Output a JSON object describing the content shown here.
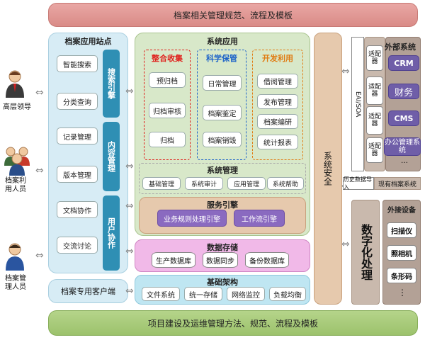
{
  "top_band": "档案相关管理规范、流程及模板",
  "bottom_band": "项目建设及运维管理方法、规范、流程及模板",
  "actors": [
    {
      "label_line1": "高层领导",
      "label_line2": ""
    },
    {
      "label_line1": "档案利",
      "label_line2": "用人员"
    },
    {
      "label_line1": "档案管",
      "label_line2": "理人员"
    }
  ],
  "portal": {
    "title": "档案应用站点",
    "items": [
      "智能搜索",
      "分类查询",
      "记录管理",
      "版本管理",
      "文档协作",
      "交流讨论"
    ],
    "tabs": [
      "搜索引擎",
      "内容管理",
      "用户协作"
    ],
    "client": "档案专用客户端"
  },
  "system_app": {
    "title": "系统应用",
    "groups": [
      {
        "title": "整合收集",
        "items": [
          "预归档",
          "归档审核",
          "归档"
        ]
      },
      {
        "title": "科学保管",
        "items": [
          "日常管理",
          "档案鉴定",
          "档案销毁"
        ]
      },
      {
        "title": "开发利用",
        "items": [
          "借阅管理",
          "发布管理",
          "档案编研",
          "统计报表"
        ]
      }
    ],
    "sys_mgmt": {
      "title": "系统管理",
      "items": [
        "基础管理",
        "系统审计",
        "应用管理",
        "系统帮助"
      ]
    },
    "service": {
      "title": "服务引擎",
      "items": [
        "业务规则处理引擎",
        "工作流引擎"
      ]
    }
  },
  "storage": {
    "title": "数据存储",
    "items": [
      "生产数据库",
      "数据同步",
      "备份数据库"
    ]
  },
  "infra": {
    "title": "基础架构",
    "items": [
      "文件系统",
      "统一存储",
      "网络监控",
      "负载均衡"
    ]
  },
  "security": "系统安全",
  "eai": "EAI/SOA",
  "adapters": [
    "适配器",
    "适配器",
    "适配器",
    "适配器"
  ],
  "external": {
    "title": "外部系统",
    "items": [
      "CRM",
      "财务",
      "CMS",
      "办公管理系统"
    ],
    "more": "…"
  },
  "history": {
    "left": "历史数据导入",
    "right": "现有档案系统"
  },
  "digital": "数字化处理",
  "devices": {
    "title": "外接设备",
    "items": [
      "扫描仪",
      "照相机",
      "条形码"
    ],
    "more": "⋮"
  },
  "colors": {
    "red": "#e0201c",
    "blue": "#1d63c9",
    "orange": "#e07a10"
  }
}
